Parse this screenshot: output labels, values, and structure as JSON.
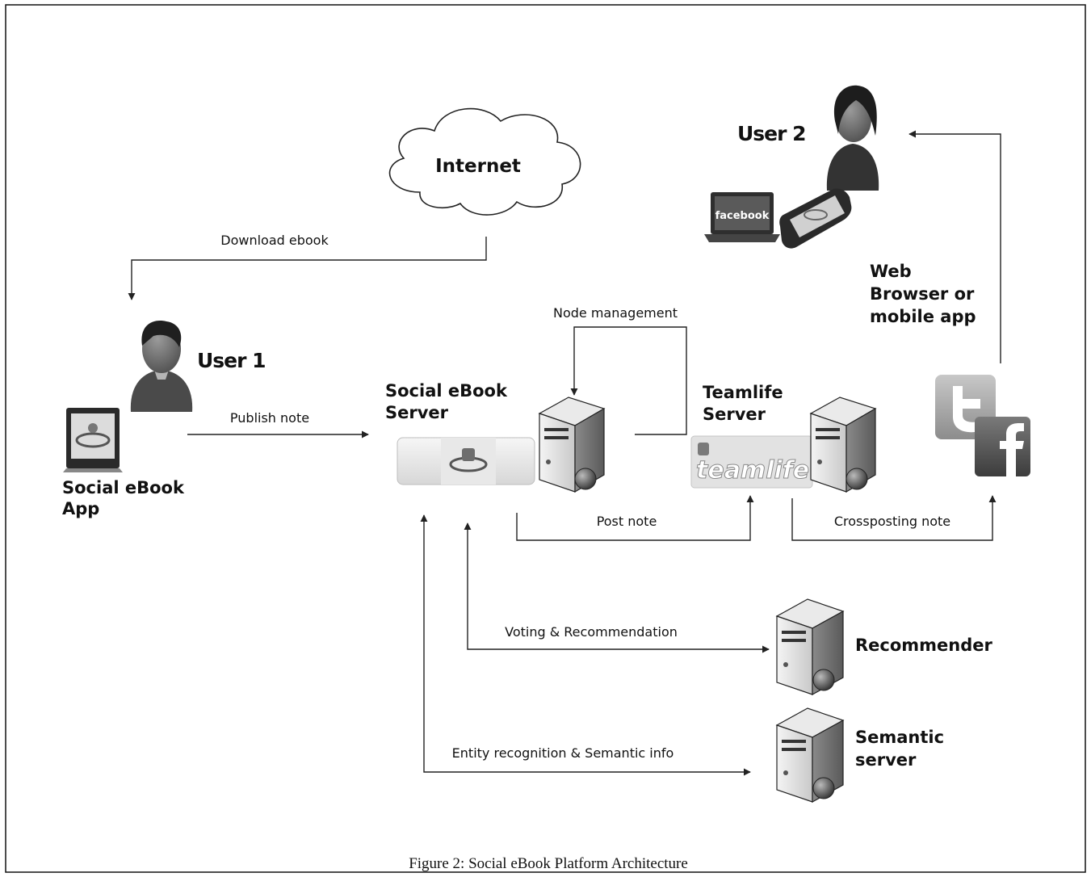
{
  "labels": {
    "internet": "Internet",
    "user1": "User 1",
    "user2": "User 2",
    "social_app": [
      "Social eBook",
      "App"
    ],
    "social_server": [
      "Social eBook",
      "Server"
    ],
    "teamlife_server": [
      "Teamlife",
      "Server"
    ],
    "web_browser": [
      "Web",
      "Browser or",
      "mobile app"
    ],
    "recommender": "Recommender",
    "semantic": [
      "Semantic",
      "server"
    ],
    "facebook_logo": "facebook",
    "teamlife_logo": "teamlife"
  },
  "edges": {
    "download_ebook": "Download ebook",
    "publish_note": "Publish note",
    "node_management": "Node management",
    "post_note": "Post note",
    "crossposting_note": "Crossposting note",
    "voting": "Voting & Recommendation",
    "entity": "Entity recognition & Semantic info"
  },
  "caption": "Figure 2: Social eBook Platform Architecture"
}
